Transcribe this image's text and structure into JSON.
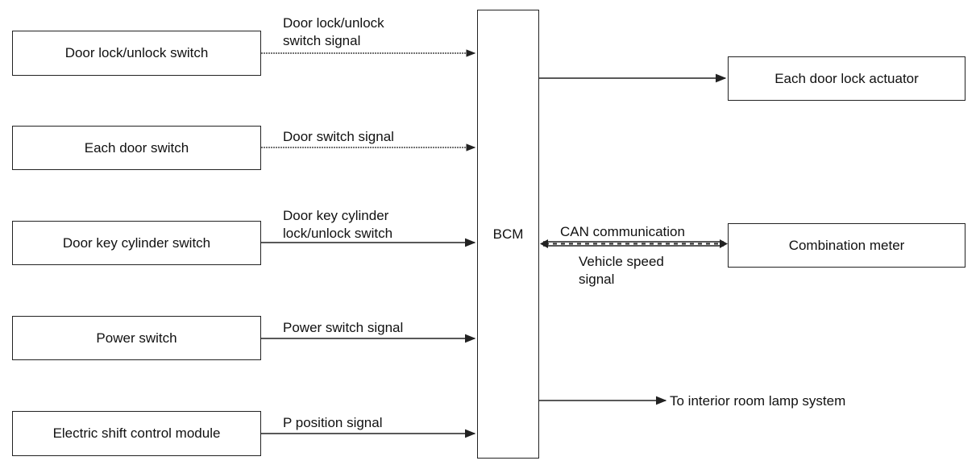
{
  "inputs": [
    {
      "box": "Door lock/unlock switch",
      "signal": "Door lock/unlock switch signal"
    },
    {
      "box": "Each door switch",
      "signal": "Door switch signal"
    },
    {
      "box": "Door key cylinder switch",
      "signal": "Door key cylinder lock/unlock switch"
    },
    {
      "box": "Power switch",
      "signal": "Power switch signal"
    },
    {
      "box": "Electric shift control module",
      "signal": "P position signal"
    }
  ],
  "center": {
    "label": "BCM"
  },
  "outputs": {
    "actuator": "Each door lock actuator",
    "meter": "Combination meter",
    "can_label": "CAN communication",
    "speed_label": "Vehicle speed signal",
    "room_lamp": "To interior room lamp system"
  }
}
